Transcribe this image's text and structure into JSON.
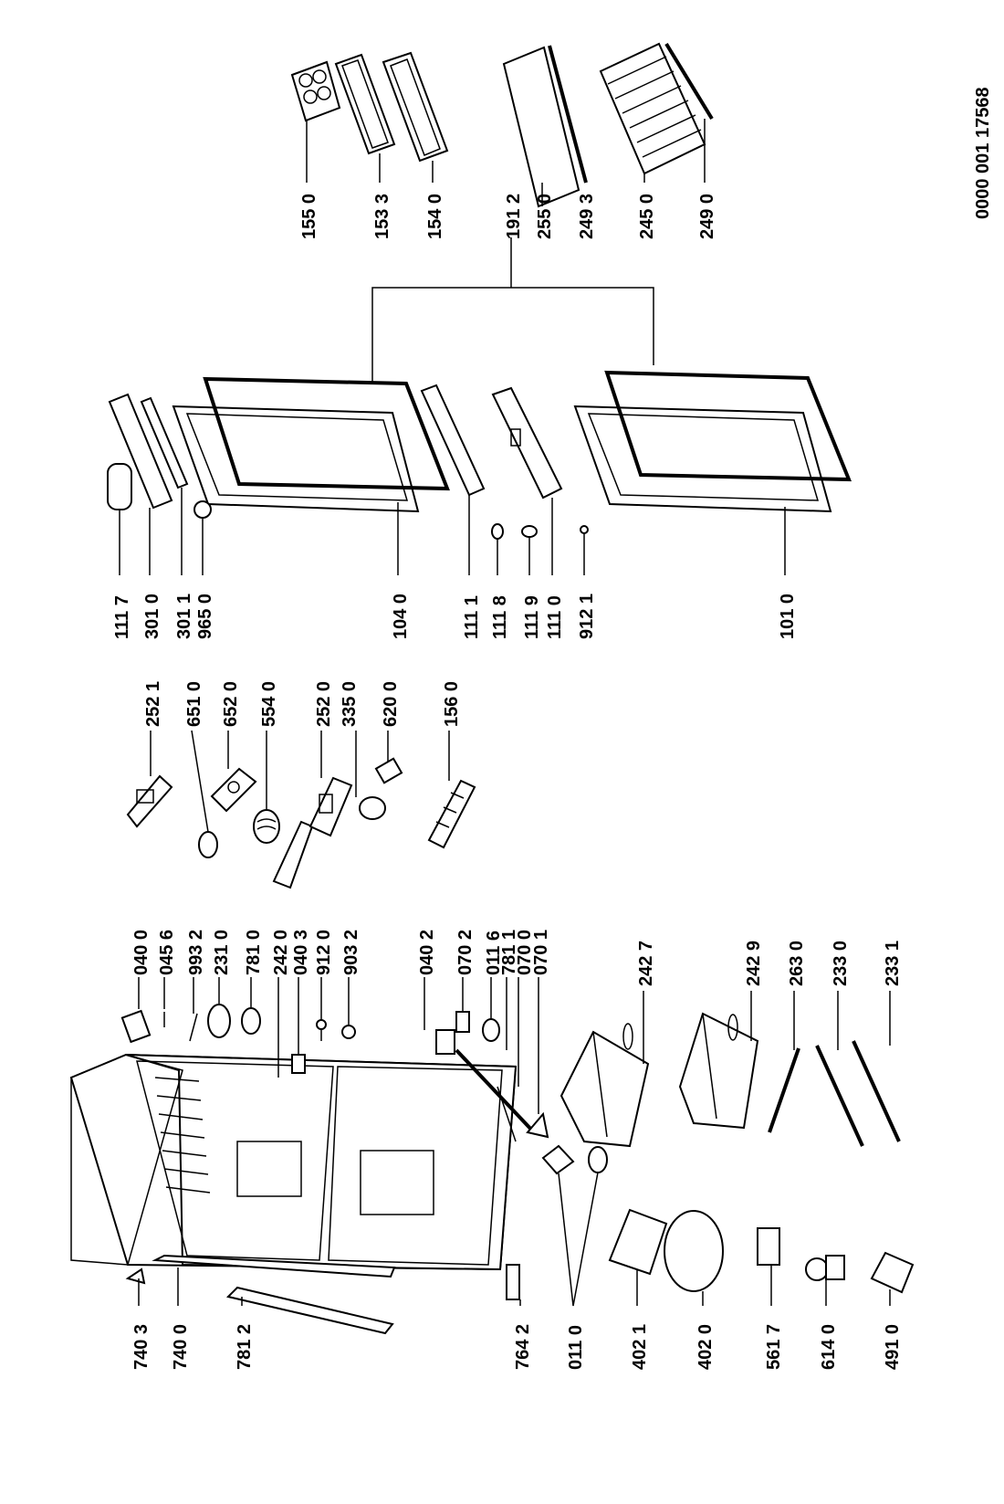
{
  "document_code": "0000 001 17568",
  "labels": {
    "l155_0": "155 0",
    "l153_3": "153 3",
    "l154_0": "154 0",
    "l191_2": "191 2",
    "l255_0": "255 0",
    "l249_3": "249 3",
    "l245_0": "245 0",
    "l249_0": "249 0",
    "l252_1": "252 1",
    "l651_0": "651 0",
    "l652_0": "652 0",
    "l554_0": "554 0",
    "l252_0": "252 0",
    "l335_0": "335 0",
    "l620_0": "620 0",
    "l156_0": "156 0",
    "l111_7": "111 7",
    "l301_0": "301 0",
    "l301_1": "301 1",
    "l965_0": "965 0",
    "l104_0": "104 0",
    "l111_1": "111 1",
    "l111_8": "111 8",
    "l111_9": "111 9",
    "l111_0": "111 0",
    "l912_1": "912 1",
    "l101_0": "101 0",
    "l040_0": "040 0",
    "l045_6": "045 6",
    "l993_2": "993 2",
    "l231_0": "231 0",
    "l781_0": "781 0",
    "l242_0": "242 0",
    "l040_3": "040 3",
    "l912_0": "912 0",
    "l903_2": "903 2",
    "l040_2": "040 2",
    "l070_2": "070 2",
    "l011_6": "011 6",
    "l781_1": "781 1",
    "l070_0": "070 0",
    "l070_1": "070 1",
    "l242_7": "242 7",
    "l242_9": "242 9",
    "l263_0": "263 0",
    "l233_0": "233 0",
    "l233_1": "233 1",
    "l740_3": "740 3",
    "l740_0": "740 0",
    "l781_2": "781 2",
    "l764_2": "764 2",
    "l011_0": "011 0",
    "l402_1": "402 1",
    "l402_0": "402 0",
    "l561_7": "561 7",
    "l614_0": "614 0",
    "l491_0": "491 0"
  }
}
